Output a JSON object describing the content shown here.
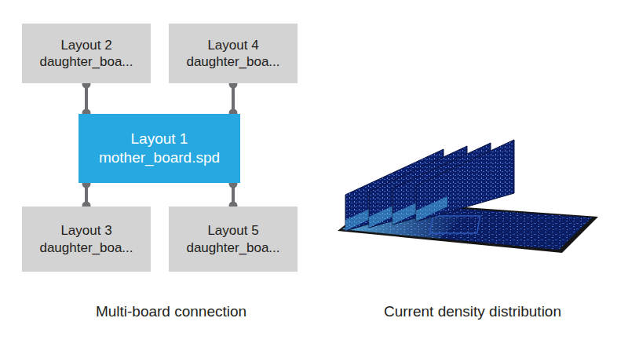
{
  "diagram": {
    "nodes": [
      {
        "text": [
          "Layout 2",
          "daughter_boa..."
        ]
      },
      {
        "text": [
          "Layout 4",
          "daughter_boa..."
        ]
      },
      {
        "text": [
          "Layout 1",
          "mother_board.spd"
        ]
      },
      {
        "text": [
          "Layout 3",
          "daughter_boa..."
        ]
      },
      {
        "text": [
          "Layout 5",
          "daughter_boa..."
        ]
      }
    ],
    "edges": [
      {
        "from": 2,
        "to": 0,
        "arrow": "none"
      },
      {
        "from": 2,
        "to": 1,
        "arrow": "none"
      },
      {
        "from": 2,
        "to": 3,
        "arrow": "none"
      },
      {
        "from": 2,
        "to": 4,
        "arrow": "none"
      }
    ],
    "labels": [
      "Multi-board connection",
      "Current density distribution"
    ]
  }
}
